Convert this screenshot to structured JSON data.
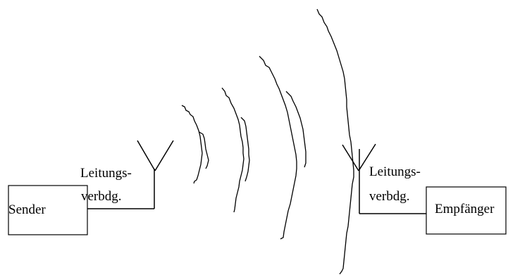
{
  "sender": {
    "label": "Sender"
  },
  "receiver": {
    "label": "Empfänger"
  },
  "left_line": {
    "label_1": "Leitungs-",
    "label_2": "verbdg."
  },
  "right_line": {
    "label_1": "Leitungs-",
    "label_2": "verbdg."
  }
}
